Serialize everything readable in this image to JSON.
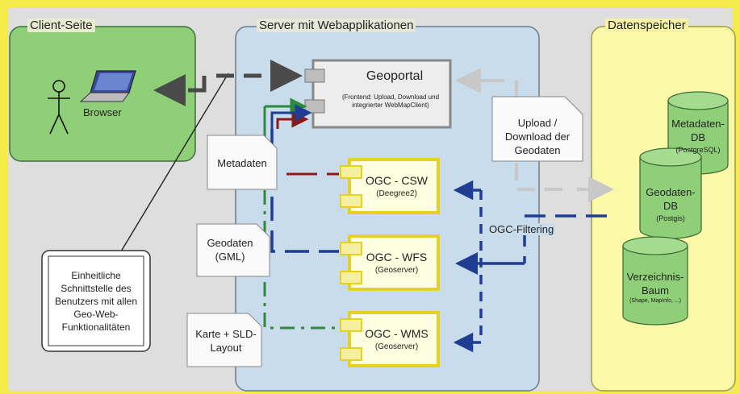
{
  "panels": {
    "client": "Client-Seite",
    "server": "Server mit Webapplikationen",
    "storage": "Datenspeicher"
  },
  "client": {
    "browser_label": "Browser"
  },
  "interface_note": "Einheitliche Schnittstelle des Benutzers mit allen Geo-Web-Funktionalitäten",
  "geoportal": {
    "title": "Geoportal",
    "subtitle": "(Frontend: Upload, Download und integrierter WebMapClient)"
  },
  "components": [
    {
      "title": "OGC - CSW",
      "sub": "(Deegree2)"
    },
    {
      "title": "OGC - WFS",
      "sub": "(Geoserver)"
    },
    {
      "title": "OGC - WMS",
      "sub": "(Geoserver)"
    }
  ],
  "docs": {
    "metadaten": "Metadaten",
    "geodaten": "Geodaten (GML)",
    "karte": "Karte + SLD-Layout",
    "upload": "Upload / Download der Geodaten"
  },
  "filtering_label": "OGC-Filtering",
  "databases": [
    {
      "name": "Metadaten-DB",
      "sub": "(PostgreSQL)"
    },
    {
      "name": "Geodaten-DB",
      "sub": "(Postgis)"
    },
    {
      "name": "Verzeichnis-Baum",
      "sub": "(Shape, MapInfo, ...)"
    }
  ],
  "colors": {
    "outer": "#f4ea4a",
    "client_bg": "#8fcf78",
    "server_bg": "#c9dcec",
    "storage_bg": "#fbf9a8",
    "db_fill": "#8fcf78",
    "blue": "#1f3e93",
    "green": "#2c8a3a",
    "red": "#8b1a1a",
    "grey_arrow": "#c8c8c8",
    "dark": "#4a4a4a"
  }
}
